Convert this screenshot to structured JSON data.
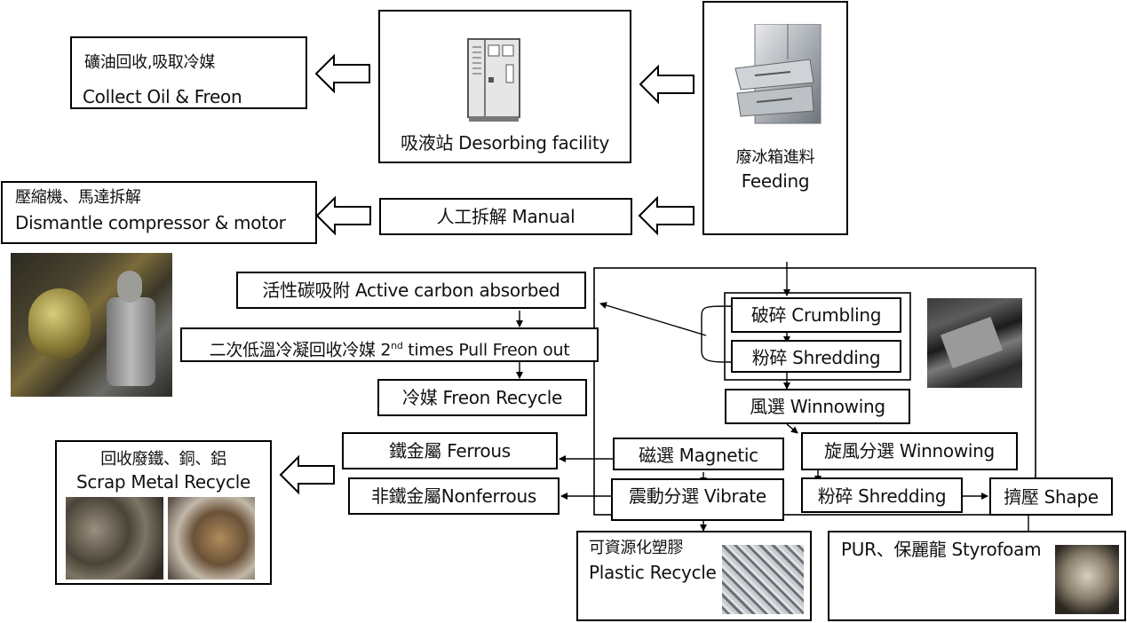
{
  "boxes": {
    "collect_oil": {
      "zh": "礦油回收,吸取冷媒",
      "en": "Collect Oil & Freon"
    },
    "desorbing": {
      "label": "吸液站 Desorbing facility"
    },
    "feeding": {
      "zh": "廢冰箱進料",
      "en": "Feeding"
    },
    "dismantle": {
      "zh": "壓縮機、馬達拆解",
      "en": "Dismantle compressor & motor"
    },
    "manual": {
      "label": "人工拆解 Manual"
    },
    "active_carbon": {
      "label": "活性碳吸附 Active carbon absorbed"
    },
    "second_times": {
      "prefix": "二次低溫冷凝回收冷媒 2",
      "sup": "nd",
      "suffix": " times Pull Freon out"
    },
    "freon_recycle": {
      "label": "冷媒 Freon Recycle"
    },
    "crumbling": {
      "label": "破碎  Crumbling"
    },
    "shredding_1": {
      "label": "粉碎 Shredding"
    },
    "winnowing_1": {
      "label": "風選 Winnowing"
    },
    "magnetic": {
      "label": "磁選 Magnetic"
    },
    "vibrate": {
      "label": "震動分選 Vibrate"
    },
    "ferrous": {
      "label": "鐵金屬 Ferrous"
    },
    "nonferrous": {
      "label": "非鐵金屬Nonferrous"
    },
    "cyclone": {
      "label": "旋風分選 Winnowing"
    },
    "shredding_2": {
      "label": "粉碎 Shredding"
    },
    "shape": {
      "label": "擠壓 Shape"
    },
    "scrap_metal": {
      "zh": "回收廢鐵、銅、鋁",
      "en": "Scrap Metal Recycle"
    },
    "plastic": {
      "zh": "可資源化塑膠",
      "en": "Plastic Recycle"
    },
    "pur": {
      "label": "PUR、保麗龍 Styrofoam"
    }
  }
}
